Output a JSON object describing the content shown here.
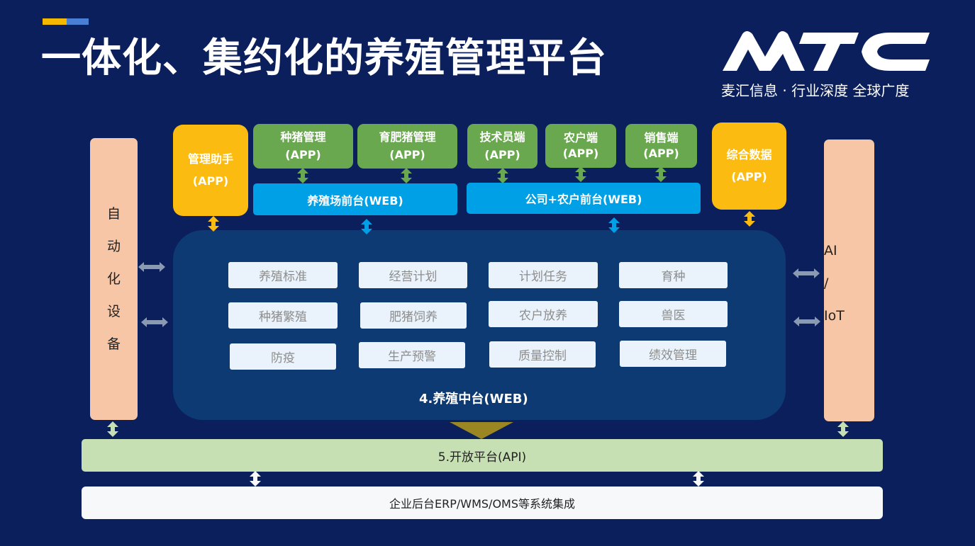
{
  "header": {
    "title": "一体化、集约化的养殖管理平台",
    "logo_text": "MTC",
    "slogan": "麦汇信息 · 行业深度 全球广度"
  },
  "apps": {
    "management_assistant": {
      "name": "管理助手",
      "type": "(APP)"
    },
    "breeding_pig": {
      "name": "种猪管理",
      "type": "(APP)"
    },
    "fattening_pig": {
      "name": "育肥猪管理",
      "type": "(APP)"
    },
    "technician": {
      "name": "技术员端",
      "type": "(APP)"
    },
    "farmer": {
      "name": "农户端",
      "type": "(APP)"
    },
    "sales": {
      "name": "销售端",
      "type": "(APP)"
    },
    "data": {
      "name": "综合数据",
      "type": "(APP)"
    }
  },
  "web": {
    "farm_front": "养殖场前台(WEB)",
    "company_front": "公司+农户前台(WEB)"
  },
  "side": {
    "left_chars": [
      "自",
      "动",
      "化",
      "设",
      "备"
    ],
    "right_lines": [
      "AI",
      "/",
      "IoT"
    ]
  },
  "platform": {
    "label": "4.养殖中台(WEB)",
    "modules": [
      [
        "养殖标准",
        "经营计划",
        "计划任务",
        "育种"
      ],
      [
        "种猪繁殖",
        "肥猪饲养",
        "农户放养",
        "兽医"
      ],
      [
        "防疫",
        "生产预警",
        "质量控制",
        "绩效管理"
      ]
    ]
  },
  "api_bar": "5.开放平台(API)",
  "erp_bar": "企业后台ERP/WMS/OMS等系统集成",
  "colors": {
    "background": "#0b1f5c",
    "app_green": "#6aa84f",
    "app_yellow": "#fbbb10",
    "web_blue": "#00a0e6",
    "side_peach": "#f7c6a7",
    "platform": "#0e3a73",
    "api_green": "#c6e0b4"
  }
}
